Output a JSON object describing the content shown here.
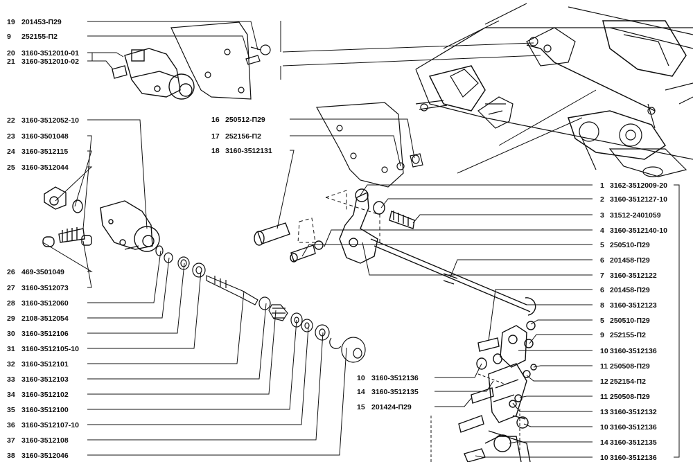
{
  "left_labels": [
    {
      "num": "19",
      "code": "201453-П29"
    },
    {
      "num": "9",
      "code": "252155-П2"
    },
    {
      "num": "20",
      "code": "3160-3512010-01"
    },
    {
      "num": "21",
      "code": "3160-3512010-02"
    },
    {
      "num": "22",
      "code": "3160-3512052-10"
    },
    {
      "num": "23",
      "code": "3160-3501048"
    },
    {
      "num": "24",
      "code": "3160-3512115"
    },
    {
      "num": "25",
      "code": "3160-3512044"
    },
    {
      "num": "26",
      "code": "469-3501049"
    },
    {
      "num": "27",
      "code": "3160-3512073"
    },
    {
      "num": "28",
      "code": "3160-3512060"
    },
    {
      "num": "29",
      "code": "2108-3512054"
    },
    {
      "num": "30",
      "code": "3160-3512106"
    },
    {
      "num": "31",
      "code": "3160-3512105-10"
    },
    {
      "num": "32",
      "code": "3160-3512101"
    },
    {
      "num": "33",
      "code": "3160-3512103"
    },
    {
      "num": "34",
      "code": "3160-3512102"
    },
    {
      "num": "35",
      "code": "3160-3512100"
    },
    {
      "num": "36",
      "code": "3160-3512107-10"
    },
    {
      "num": "37",
      "code": "3160-3512108"
    },
    {
      "num": "38",
      "code": "3160-3512046"
    }
  ],
  "middle_labels": [
    {
      "num": "16",
      "code": "250512-П29"
    },
    {
      "num": "17",
      "code": "252156-П2"
    },
    {
      "num": "18",
      "code": "3160-3512131"
    }
  ],
  "bottom_center_labels": [
    {
      "num": "10",
      "code": "3160-3512136"
    },
    {
      "num": "14",
      "code": "3160-3512135"
    },
    {
      "num": "15",
      "code": "201424-П29"
    }
  ],
  "right_labels": [
    {
      "num": "1",
      "code": "3162-3512009-20"
    },
    {
      "num": "2",
      "code": "3160-3512127-10"
    },
    {
      "num": "3",
      "code": "31512-2401059"
    },
    {
      "num": "4",
      "code": "3160-3512140-10"
    },
    {
      "num": "5",
      "code": "250510-П29"
    },
    {
      "num": "6",
      "code": "201458-П29"
    },
    {
      "num": "7",
      "code": "3160-3512122"
    },
    {
      "num": "6",
      "code": "201458-П29"
    },
    {
      "num": "8",
      "code": "3160-3512123"
    },
    {
      "num": "5",
      "code": "250510-П29"
    },
    {
      "num": "9",
      "code": "252155-П2"
    },
    {
      "num": "10",
      "code": "3160-3512136"
    },
    {
      "num": "11",
      "code": "250508-П29"
    },
    {
      "num": "12",
      "code": "252154-П2"
    },
    {
      "num": "11",
      "code": "250508-П29"
    },
    {
      "num": "13",
      "code": "3160-3512132"
    },
    {
      "num": "10",
      "code": "3160-3512136"
    },
    {
      "num": "14",
      "code": "3160-3512135"
    },
    {
      "num": "10",
      "code": "3160-3512136"
    }
  ]
}
